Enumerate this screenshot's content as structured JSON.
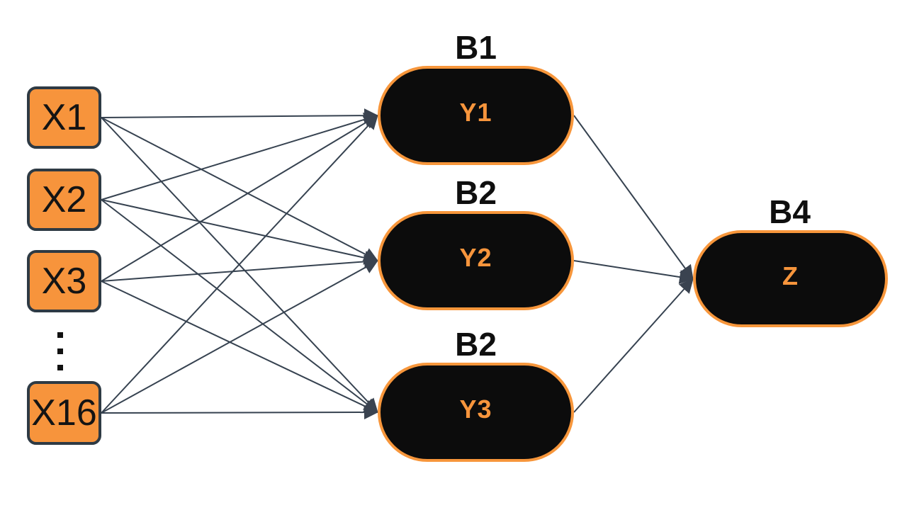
{
  "diagram": {
    "type": "neural-network-diagram",
    "colors": {
      "background": "#ffffff",
      "input_fill": "#f7943c",
      "input_border": "#2e3a44",
      "input_text": "#141414",
      "pill_fill": "#0c0c0c",
      "pill_border": "#f7963b",
      "pill_text": "#f7953c",
      "title_text": "#0f0f0f",
      "edge": "#364250"
    },
    "input_layer": {
      "nodes": [
        {
          "id": "X1",
          "label": "X1"
        },
        {
          "id": "X2",
          "label": "X2"
        },
        {
          "id": "X3",
          "label": "X3"
        },
        {
          "id": "X16",
          "label": "X16"
        }
      ],
      "ellipsis_between": "X3 and X16"
    },
    "hidden_layer": {
      "nodes": [
        {
          "id": "Y1",
          "title": "B1",
          "label": "Y1"
        },
        {
          "id": "Y2",
          "title": "B2",
          "label": "Y2"
        },
        {
          "id": "Y3",
          "title": "B2",
          "label": "Y3"
        }
      ]
    },
    "output_layer": {
      "nodes": [
        {
          "id": "Z",
          "title": "B4",
          "label": "Z"
        }
      ]
    },
    "edges": [
      {
        "from": "X1",
        "to": "Y1"
      },
      {
        "from": "X1",
        "to": "Y2"
      },
      {
        "from": "X1",
        "to": "Y3"
      },
      {
        "from": "X2",
        "to": "Y1"
      },
      {
        "from": "X2",
        "to": "Y2"
      },
      {
        "from": "X2",
        "to": "Y3"
      },
      {
        "from": "X3",
        "to": "Y1"
      },
      {
        "from": "X3",
        "to": "Y2"
      },
      {
        "from": "X3",
        "to": "Y3"
      },
      {
        "from": "X16",
        "to": "Y1"
      },
      {
        "from": "X16",
        "to": "Y2"
      },
      {
        "from": "X16",
        "to": "Y3"
      },
      {
        "from": "Y1",
        "to": "Z"
      },
      {
        "from": "Y2",
        "to": "Z"
      },
      {
        "from": "Y3",
        "to": "Z"
      }
    ]
  }
}
